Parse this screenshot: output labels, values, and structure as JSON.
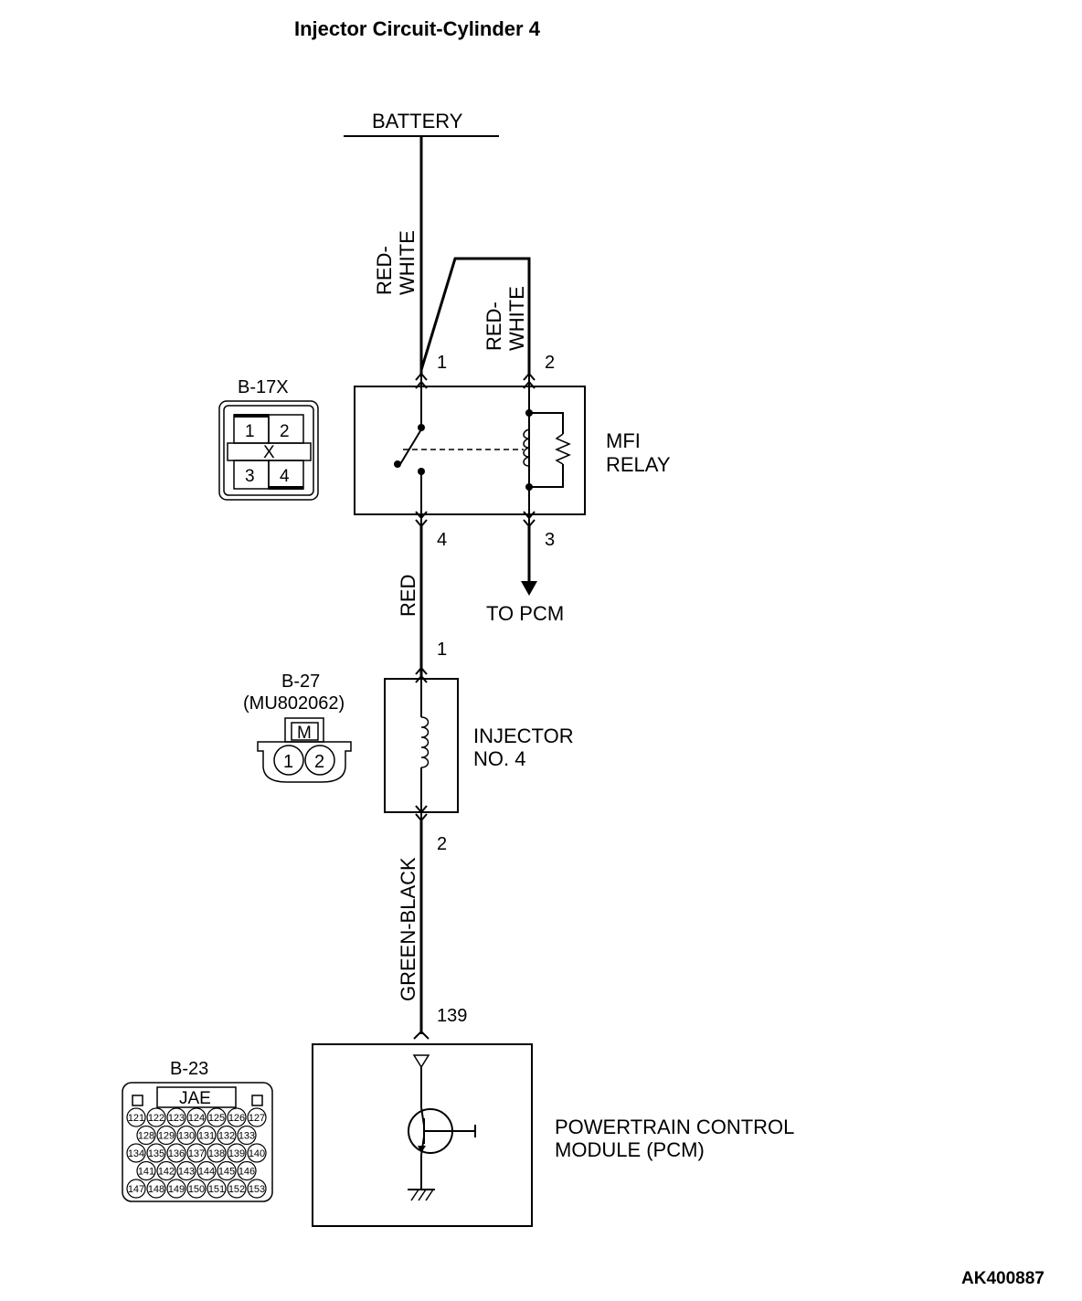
{
  "title": "Injector Circuit-Cylinder 4",
  "figure_id": "AK400887",
  "battery_label": "BATTERY",
  "wires": {
    "battery_to_relay1": "RED-WHITE",
    "battery_to_relay2": "RED-WHITE",
    "relay4_to_injector": "RED",
    "injector_to_pcm": "GREEN-BLACK"
  },
  "relay": {
    "name_line1": "MFI",
    "name_line2": "RELAY",
    "pins": {
      "p1": "1",
      "p2": "2",
      "p3": "3",
      "p4": "4"
    },
    "to_pcm": "TO PCM"
  },
  "connector_b17x": {
    "id": "B-17X",
    "cells": {
      "c1": "1",
      "c2": "2",
      "c3": "3",
      "c4": "4",
      "mark": "X"
    }
  },
  "injector": {
    "name_line1": "INJECTOR",
    "name_line2": "NO. 4",
    "pins": {
      "p1": "1",
      "p2": "2"
    }
  },
  "connector_b27": {
    "id": "B-27",
    "part": "(MU802062)",
    "tab": "M",
    "pins": [
      "1",
      "2"
    ]
  },
  "pcm": {
    "name_line1": "POWERTRAIN CONTROL",
    "name_line2": "MODULE (PCM)",
    "pin": "139"
  },
  "connector_b23": {
    "id": "B-23",
    "label": "JAE",
    "rows": [
      [
        "121",
        "122",
        "123",
        "124",
        "125",
        "126",
        "127"
      ],
      [
        "128",
        "129",
        "130",
        "131",
        "132",
        "133"
      ],
      [
        "134",
        "135",
        "136",
        "137",
        "138",
        "139",
        "140"
      ],
      [
        "141",
        "142",
        "143",
        "144",
        "145",
        "146"
      ],
      [
        "147",
        "148",
        "149",
        "150",
        "151",
        "152",
        "153"
      ]
    ]
  }
}
